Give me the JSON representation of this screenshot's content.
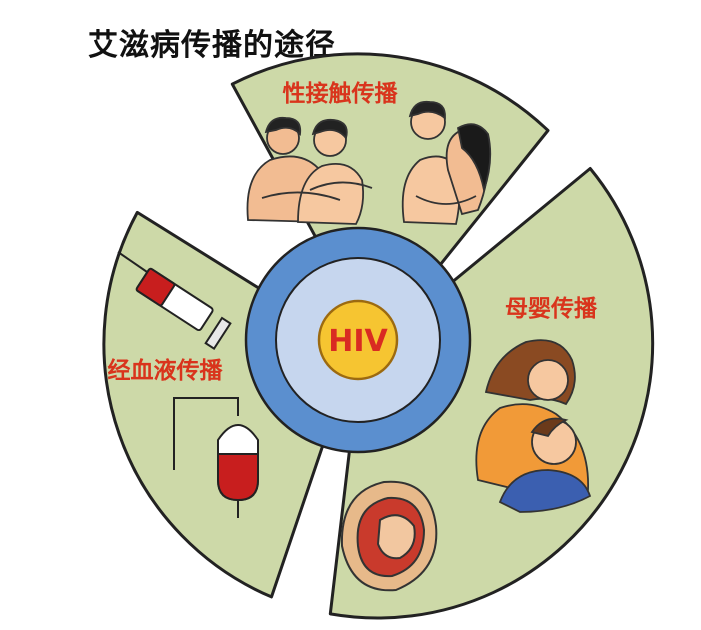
{
  "title": "艾滋病传播的途径",
  "center": {
    "label": "HIV"
  },
  "routes": [
    {
      "label": "性接触传播"
    },
    {
      "label": "母婴传播"
    },
    {
      "label": "经血液传播"
    }
  ],
  "colors": {
    "segment_fill": "#cdd9a8",
    "ring_blue": "#5b8fcf",
    "ring_light": "#c6d6ee",
    "core_yellow": "#f6c531",
    "label_red": "#d9341c",
    "outline": "#222222"
  }
}
